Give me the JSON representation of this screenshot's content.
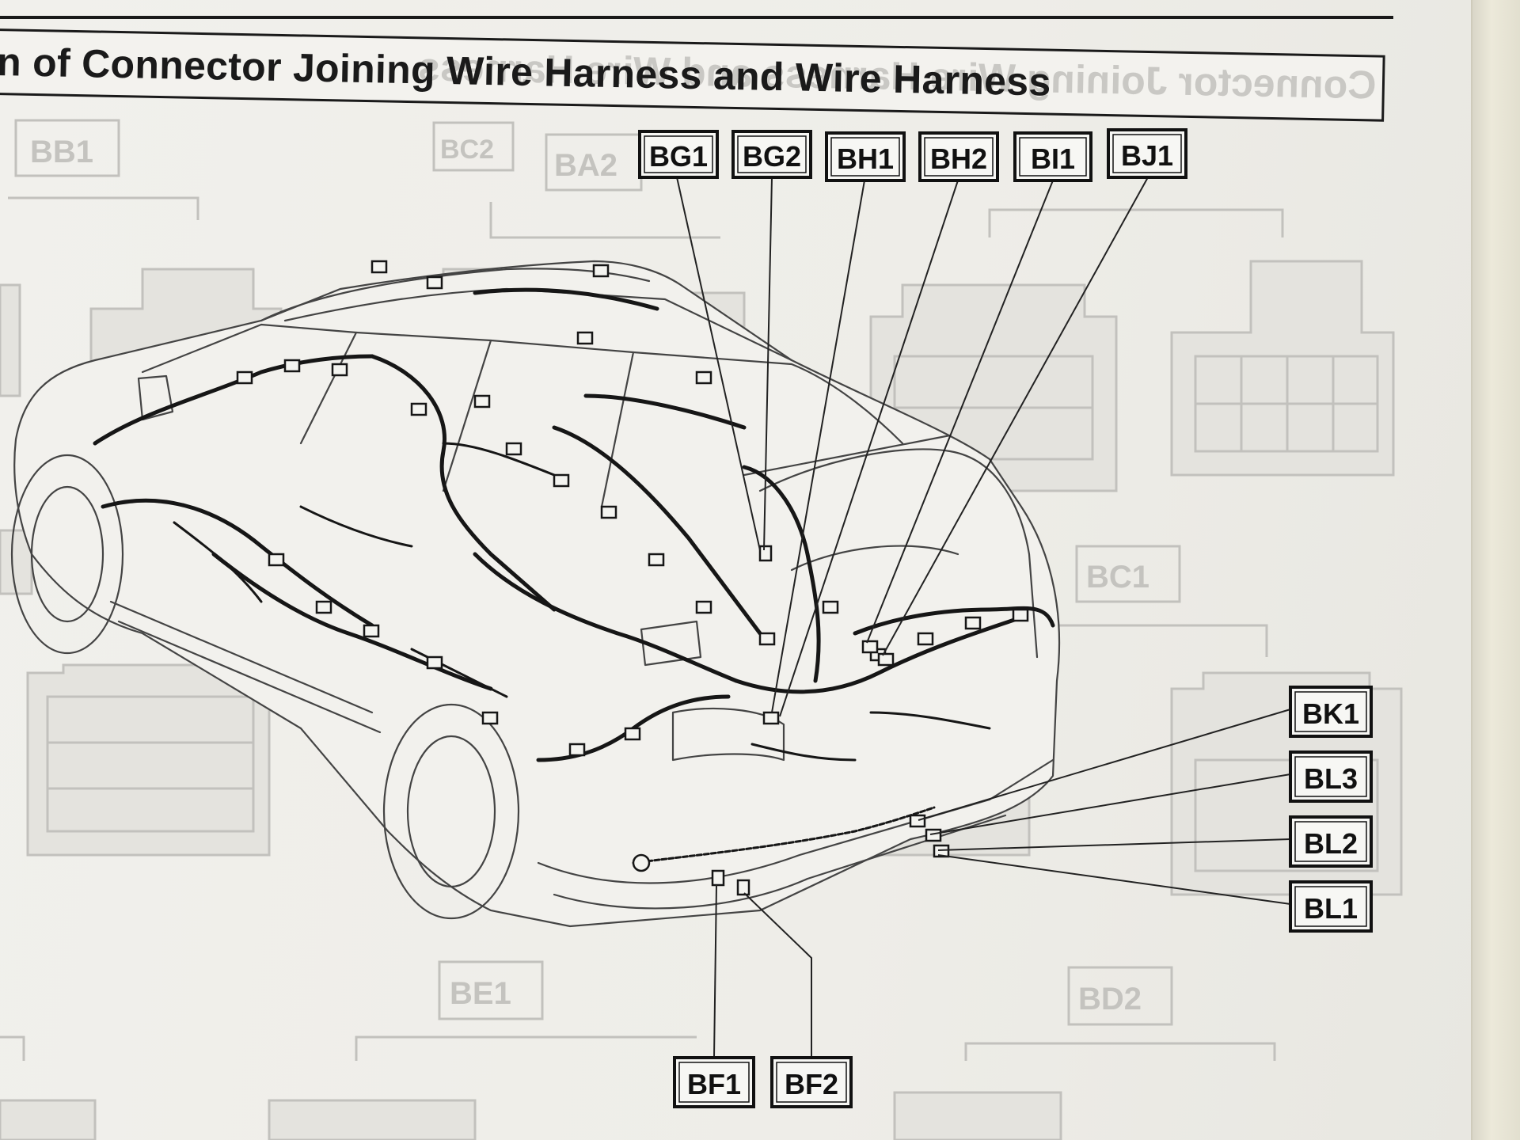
{
  "page": {
    "title": "n of Connector Joining Wire Harness and Wire Harness",
    "ghost_title": "Connector Joining Wire Harness and Wire Harness"
  },
  "ghost_labels": [
    "BB1",
    "BC2",
    "BA2",
    "BC1",
    "BE1",
    "BD2"
  ],
  "connectors": [
    {
      "id": "BG1",
      "label": "BG1"
    },
    {
      "id": "BG2",
      "label": "BG2"
    },
    {
      "id": "BH1",
      "label": "BH1"
    },
    {
      "id": "BH2",
      "label": "BH2"
    },
    {
      "id": "BI1",
      "label": "BI1"
    },
    {
      "id": "BJ1",
      "label": "BJ1"
    },
    {
      "id": "BK1",
      "label": "BK1"
    },
    {
      "id": "BL3",
      "label": "BL3"
    },
    {
      "id": "BL2",
      "label": "BL2"
    },
    {
      "id": "BL1",
      "label": "BL1"
    },
    {
      "id": "BF1",
      "label": "BF1"
    },
    {
      "id": "BF2",
      "label": "BF2"
    }
  ],
  "colors": {
    "ink": "#111111",
    "ghost": "#c2c1bd",
    "paper": "#f1f0ec"
  }
}
